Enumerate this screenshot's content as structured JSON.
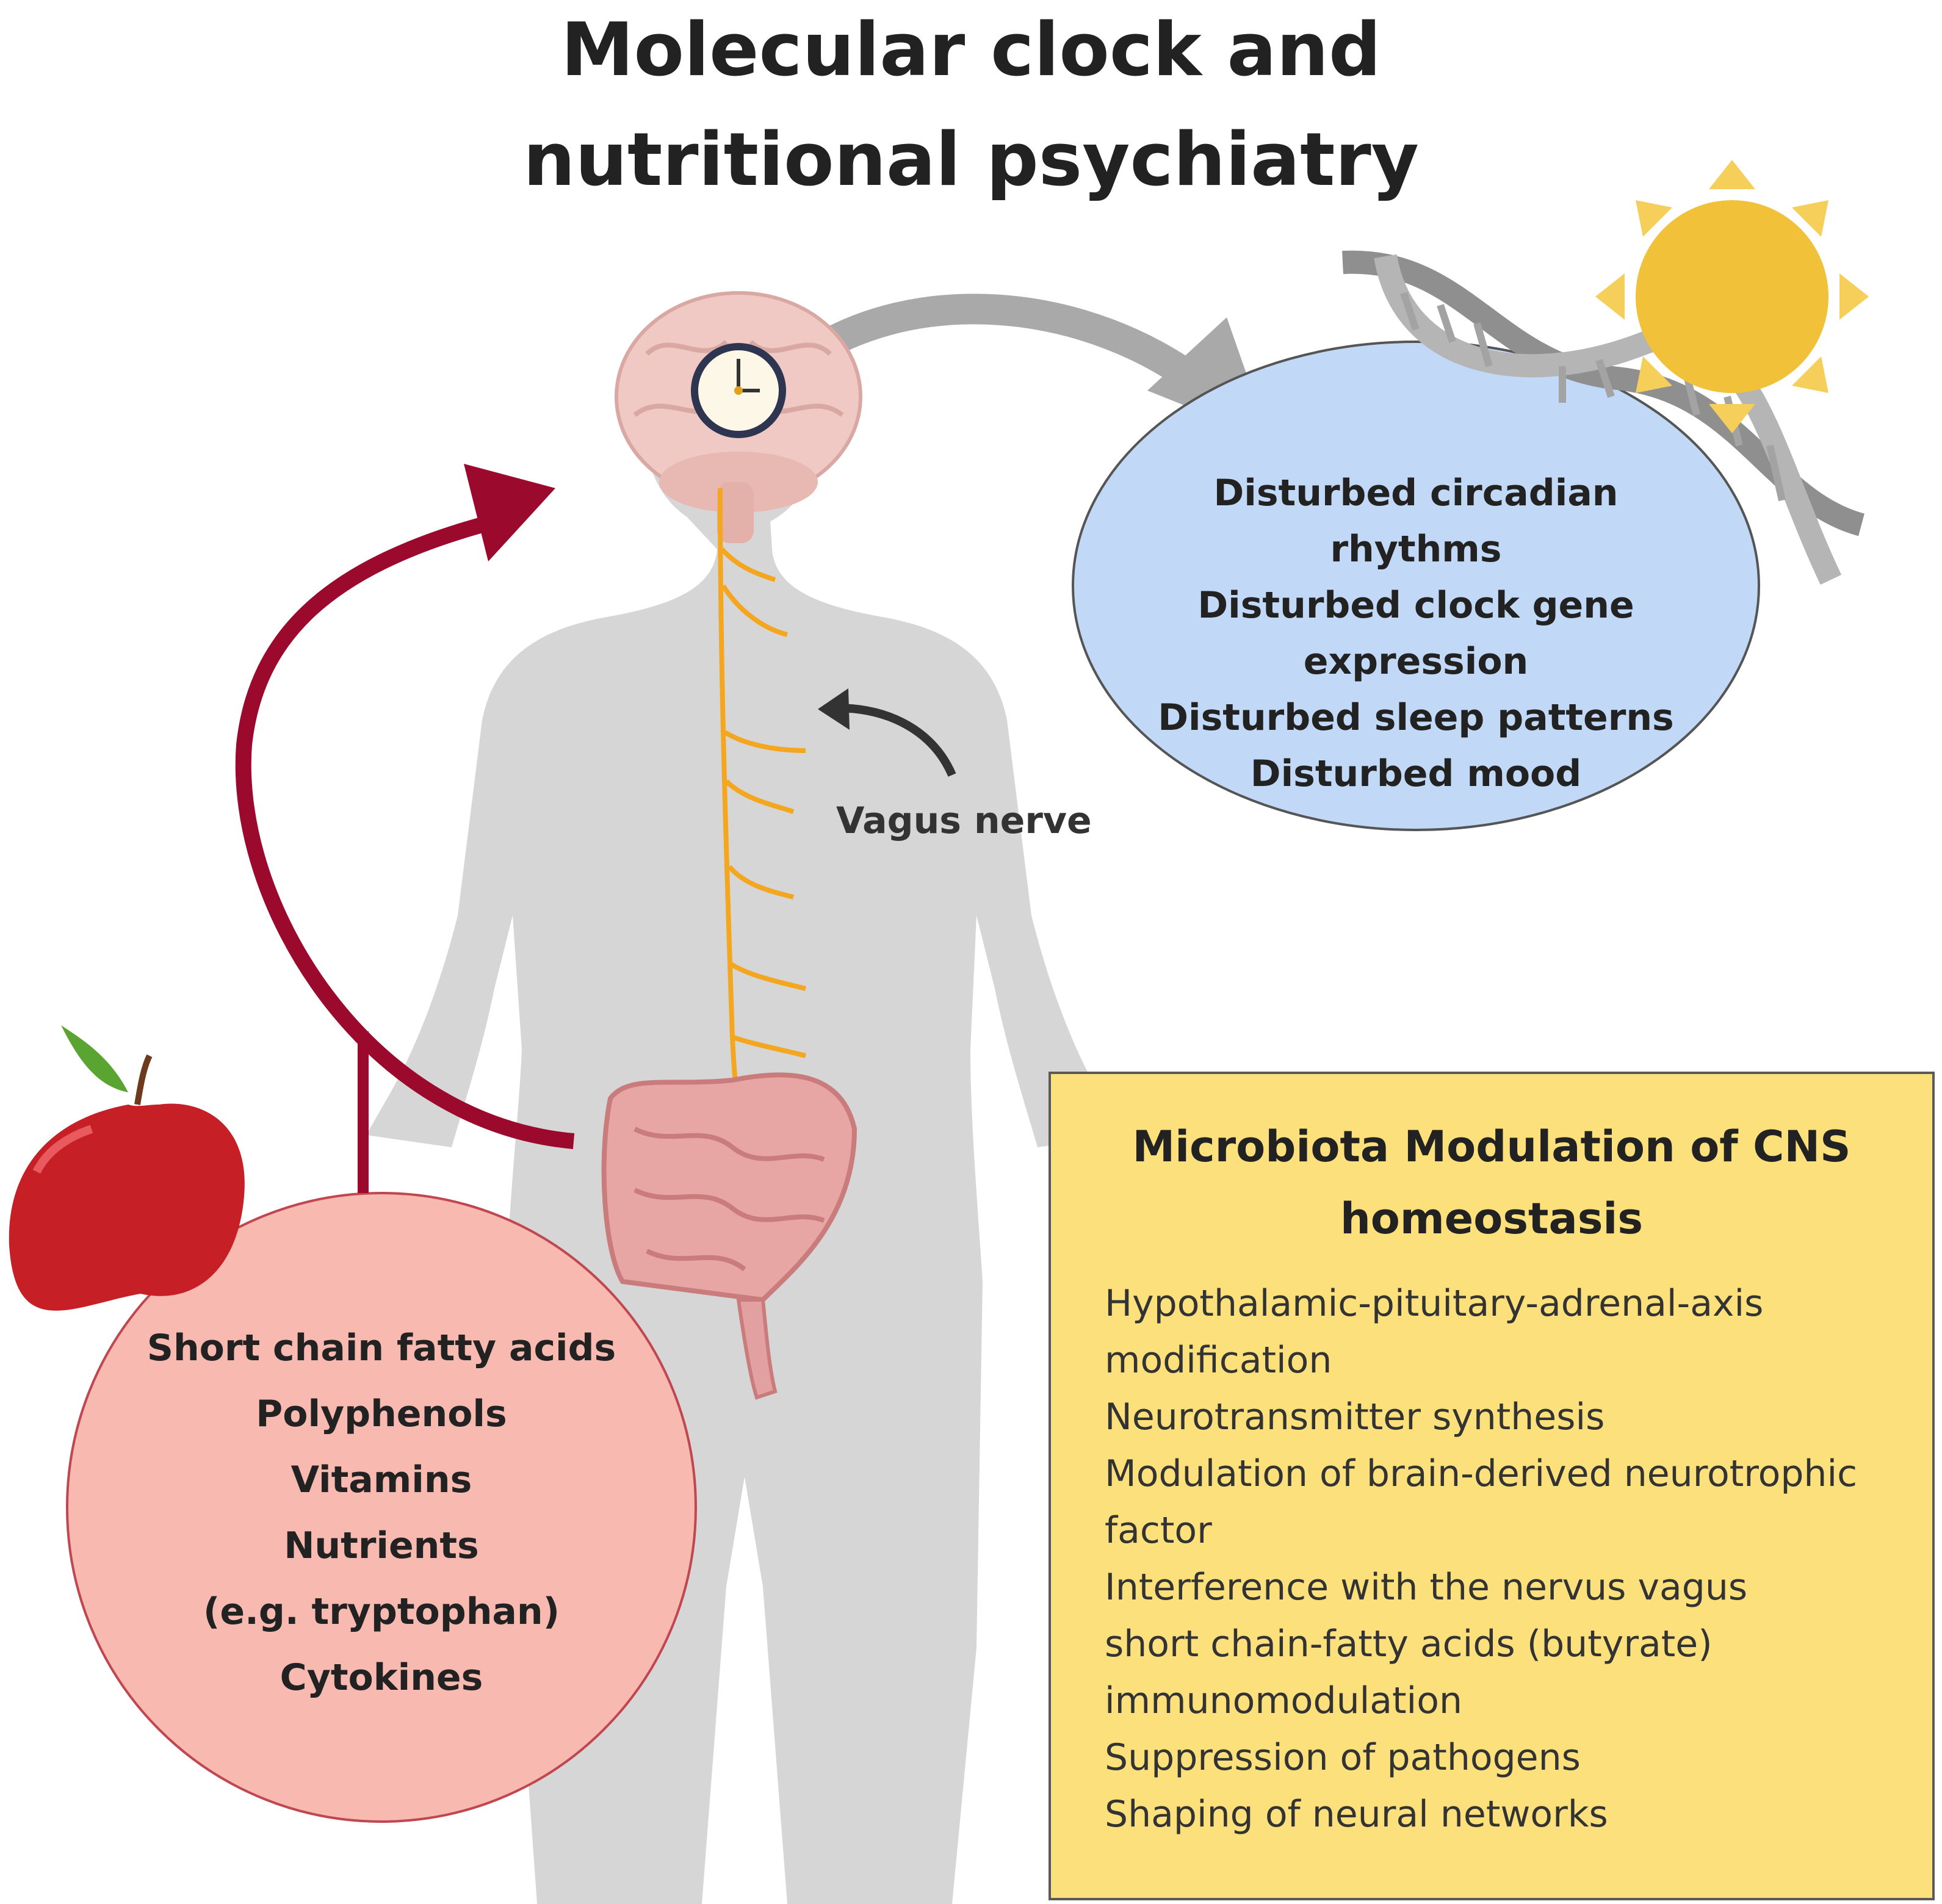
{
  "title": {
    "line1": "Molecular clock and",
    "line2": "nutritional psychiatry"
  },
  "circadian_effects": {
    "lines": [
      "Disturbed circadian",
      "rhythms",
      "Disturbed clock gene",
      "expression",
      "Disturbed sleep patterns",
      "Disturbed  mood"
    ]
  },
  "vagus_label": "Vagus nerve",
  "gut_factors": {
    "lines": [
      "Short chain fatty acids",
      "Polyphenols",
      "Vitamins",
      "Nutrients",
      "(e.g. tryptophan)",
      "Cytokines"
    ]
  },
  "microbiota_box": {
    "title_line1": "Microbiota Modulation of CNS",
    "title_line2": "homeostasis",
    "items": [
      "Hypothalamic-pituitary-adrenal-axis",
      "modification",
      "Neurotransmitter synthesis",
      "Modulation of brain-derived neurotrophic",
      "factor",
      "Interference with the nervus vagus",
      "short chain-fatty acids (butyrate)",
      "immunomodulation",
      "Suppression of pathogens",
      "Shaping of neural networks"
    ]
  },
  "colors": {
    "oval_fill": "#c2d8f7",
    "circle_fill": "#f7b9b0",
    "box_fill": "#fbe07b",
    "body_silhouette": "#d6d6d6",
    "red_arrow": "#9b0a2c",
    "gray_arrow": "#a9a9a9",
    "nerve": "#f3a61e",
    "sun": "#f2c13a"
  },
  "icons": [
    "brain-icon",
    "clock-icon",
    "dna-icon",
    "sun-icon",
    "apple-icon",
    "intestine-icon",
    "human-body-icon"
  ]
}
